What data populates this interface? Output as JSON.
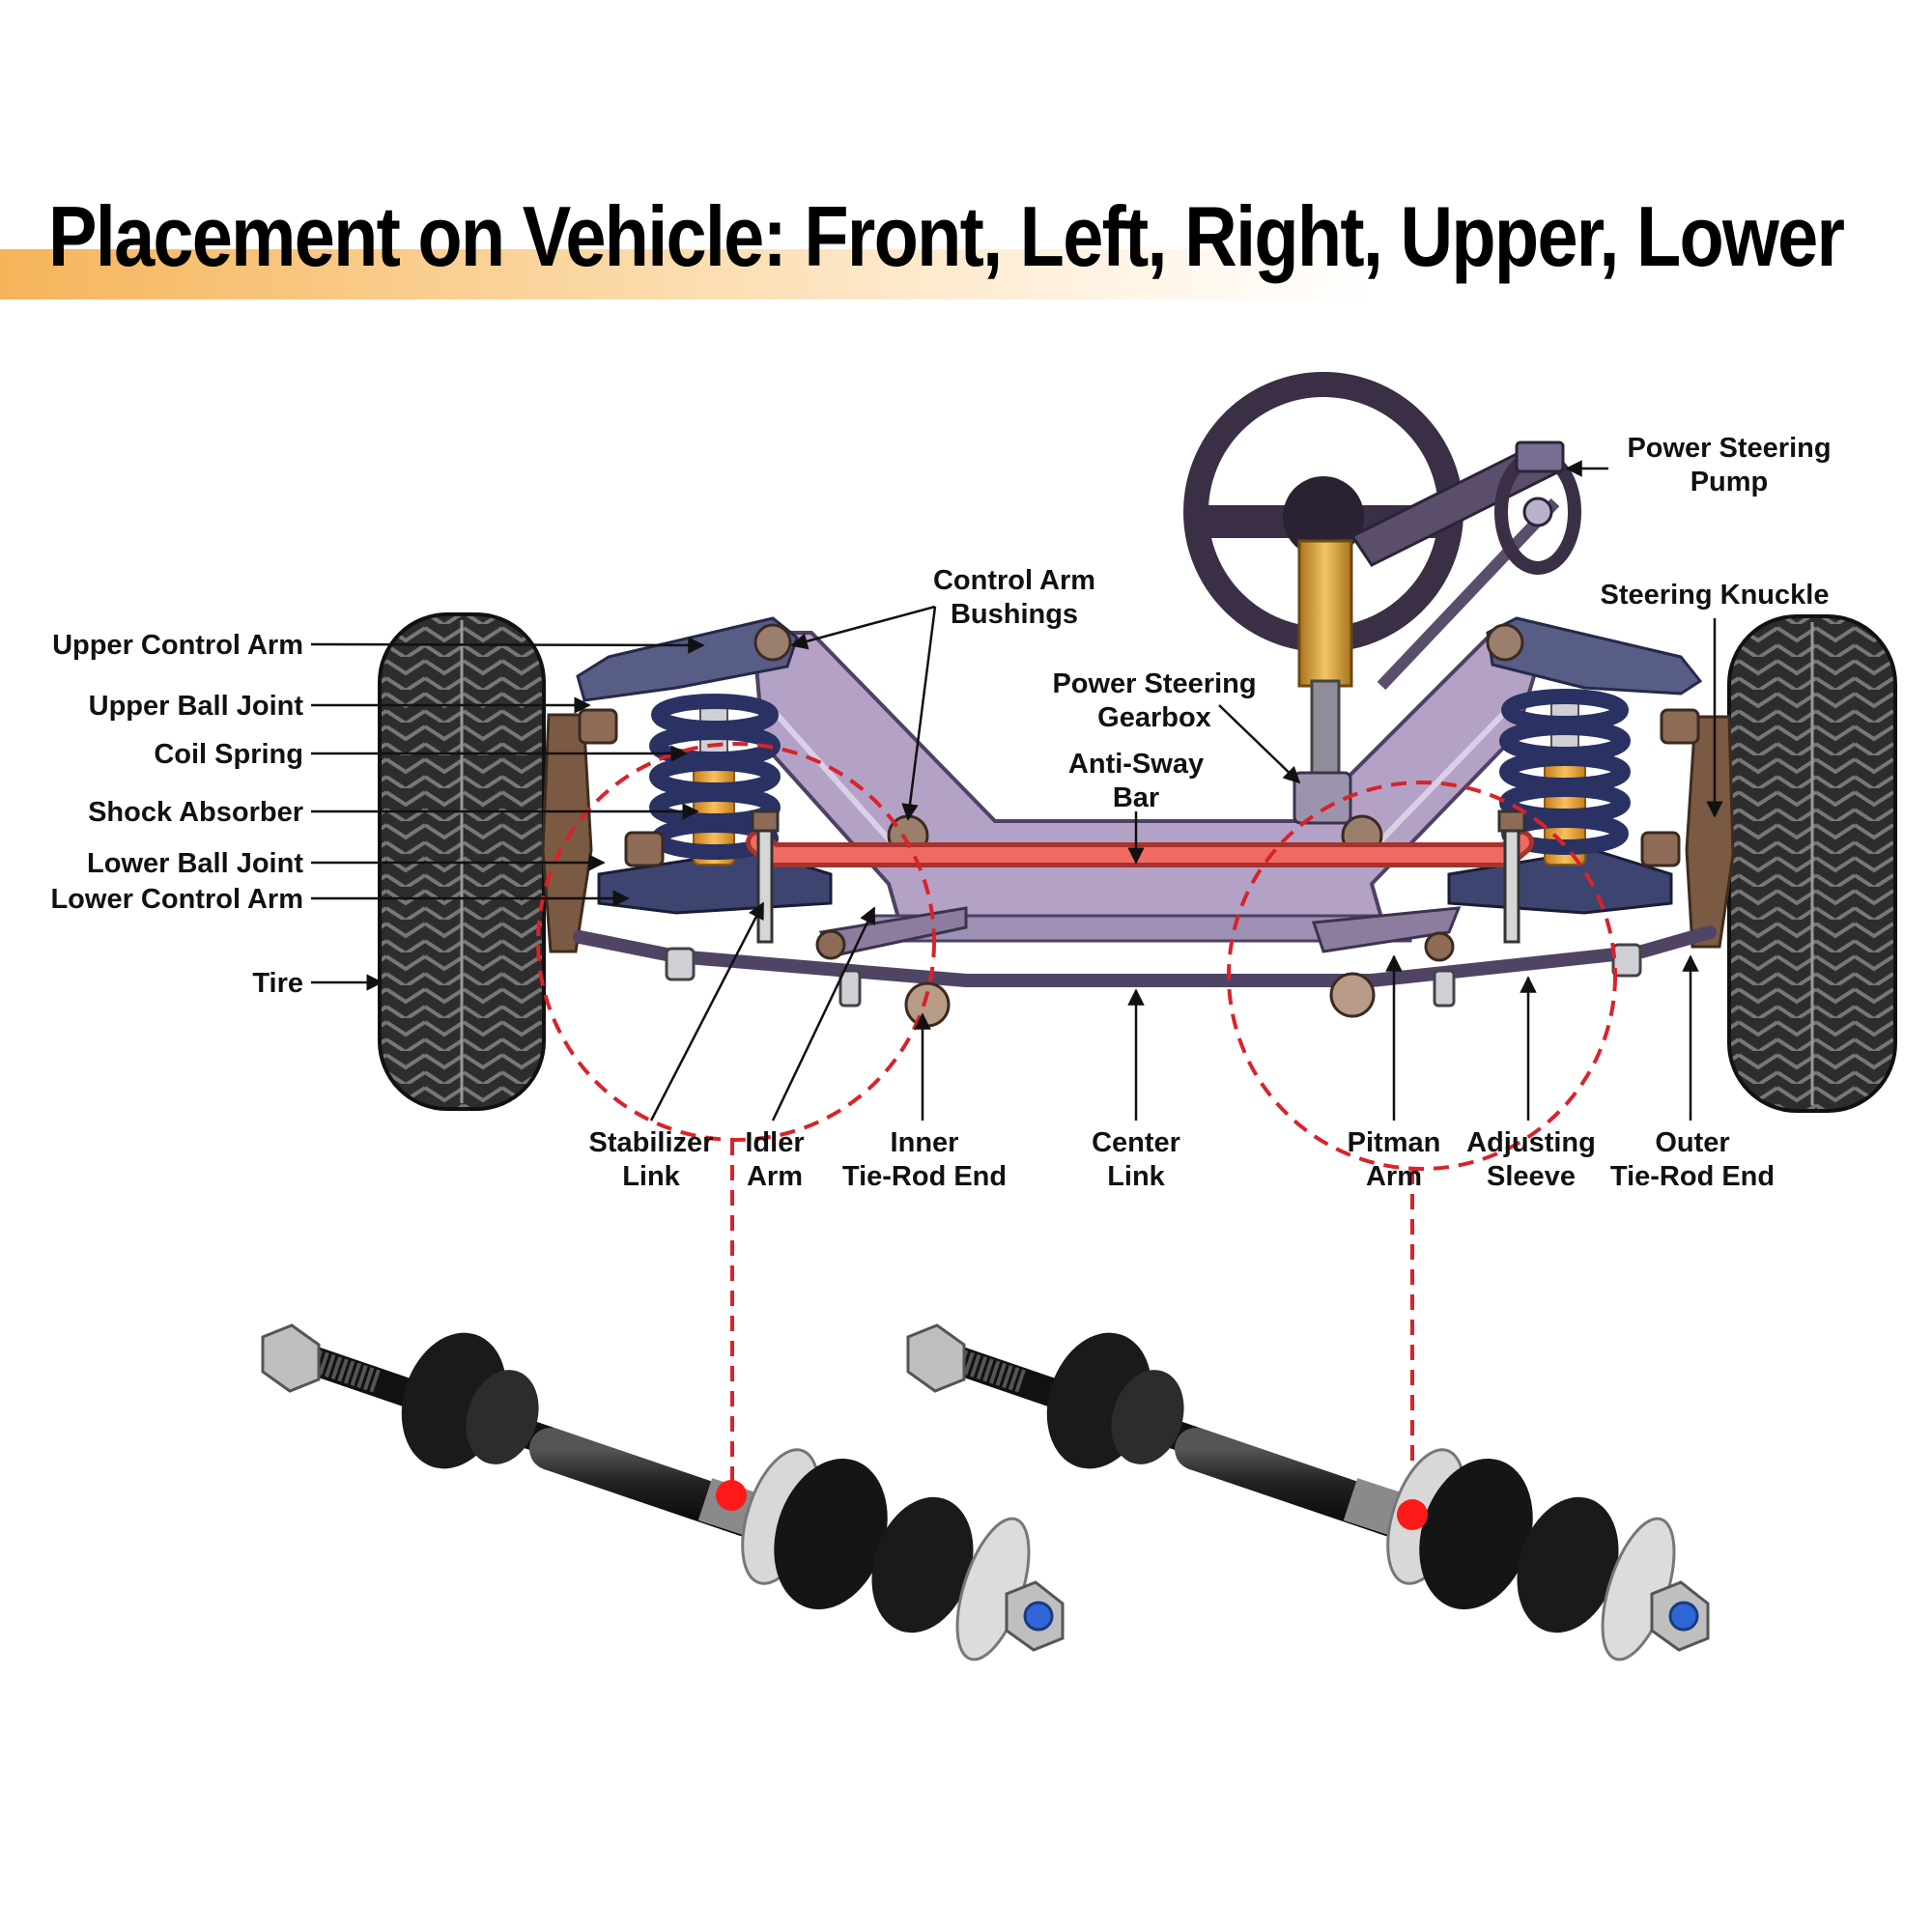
{
  "title": "Placement on Vehicle: Front, Left, Right, Upper, Lower",
  "labels": {
    "upper_control_arm": "Upper Control Arm",
    "upper_ball_joint": "Upper Ball Joint",
    "coil_spring": "Coil Spring",
    "shock_absorber": "Shock Absorber",
    "lower_ball_joint": "Lower Ball Joint",
    "lower_control_arm": "Lower Control Arm",
    "tire": "Tire",
    "control_arm_bushings_1": "Control Arm",
    "control_arm_bushings_2": "Bushings",
    "power_steering_gearbox_1": "Power Steering",
    "power_steering_gearbox_2": "Gearbox",
    "anti_sway_bar_1": "Anti-Sway",
    "anti_sway_bar_2": "Bar",
    "power_steering_pump_1": "Power Steering",
    "power_steering_pump_2": "Pump",
    "steering_knuckle": "Steering Knuckle",
    "stabilizer_link_1": "Stabilizer",
    "stabilizer_link_2": "Link",
    "idler_arm_1": "Idler",
    "idler_arm_2": "Arm",
    "inner_tie_rod_end_1": "Inner",
    "inner_tie_rod_end_2": "Tie-Rod End",
    "center_link_1": "Center",
    "center_link_2": "Link",
    "pitman_arm_1": "Pitman",
    "pitman_arm_2": "Arm",
    "adjusting_sleeve_1": "Adjusting",
    "adjusting_sleeve_2": "Sleeve",
    "outer_tie_rod_end_1": "Outer",
    "outer_tie_rod_end_2": "Tie-Rod End"
  },
  "colors": {
    "frame": "#b3a2c6",
    "control_arm": "#585d86",
    "coil": "#2a3263",
    "shock": "#e8a33a",
    "sway_bar": "#ef6b62",
    "tire": "#2b2b2b",
    "knuckle": "#7a5a43",
    "highlight": "#d8232a",
    "banner": "#f6b45a"
  }
}
